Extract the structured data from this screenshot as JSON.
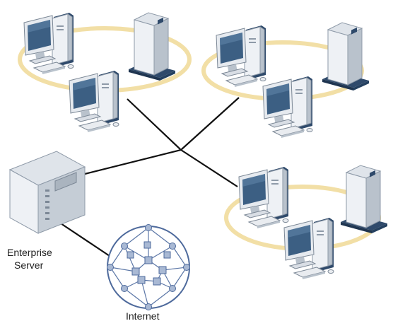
{
  "labels": {
    "enterprise_server_line1": "Enterprise",
    "enterprise_server_line2": "Server",
    "internet": "Internet"
  },
  "colors": {
    "lan_ring": "#f2dfa6",
    "link": "#111111",
    "device_body": "#eef1f5",
    "device_side": "#b9c2cc",
    "screen": "#3c5f83",
    "base": "#2f4a6b",
    "internet_node": "#a9b9d4",
    "internet_line": "#5b76a6"
  },
  "icons": [
    "desktop-computer-icon",
    "tower-server-icon",
    "enterprise-server-icon",
    "internet-globe-icon"
  ]
}
